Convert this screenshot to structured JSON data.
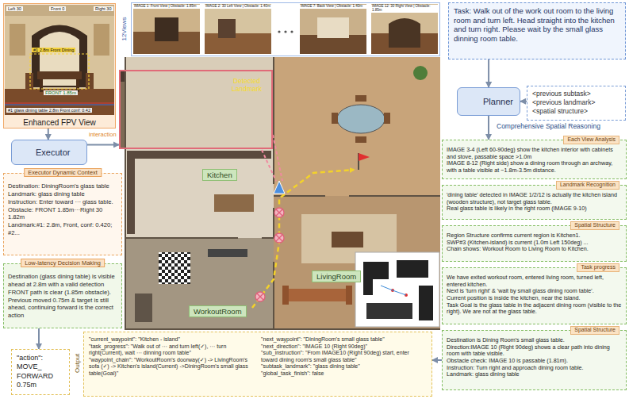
{
  "diagram": {
    "nodes": [
      {
        "text": [
          "Enhanced FPV View"
        ]
      },
      {
        "text": [
          "12Views"
        ]
      },
      {
        "text": [
          "Task: Walk out of the work out room to the living room and turn left. Head straight into the kitchen and turn right. Please wait by the small glass dinning room table."
        ]
      },
      {
        "text": [
          "Planner"
        ]
      },
      {
        "text": [
          "<previous subtask>",
          "<previous landmark>",
          "<spatial structure>"
        ]
      },
      {
        "text": [
          "Executor"
        ]
      },
      {
        "text": [
          "Detected Landmark"
        ]
      },
      {
        "text": [
          "Executor Dynamic Context",
          "Destination: DiningRoom's glass table",
          "Landmark: glass dining table",
          "Instruction: Enter toward ⋯ glass table.",
          "Obstacle: FRONT 1.85m⋯Right 30 1.82m",
          "Landmark:#1: 2.8m, Front, conf: 0.420; #2..."
        ]
      },
      {
        "text": [
          "Low-latency Decision Making",
          "Destination (glass dining table) is visible ahead at 2.8m with a valid detection FRONT path is clear (1.85m obstacle). Previous moved 0.75m & target is still ahead, continuing forward is the correct action"
        ]
      },
      {
        "text": [
          "\"action\": MOVE_ FORWARD 0.75m"
        ]
      },
      {
        "text": [
          "Output",
          "\"current_waypoint\": \"Kitchen - island\"",
          "\"task_progress\": \"Walk out of ⋯ and turn left(✓), ⋯ turn right(Current), wait ⋯ dinning room table\"",
          "\"waypoint_chain\": \"WorkoutRoom's doorway(✓) -> LivingRoom's sofa (✓) -> Kitchen's island(Current) ->DiningRoom's small glass table(Goal)\"",
          "\"next_waypoint\": \"DiningRoom's small glass table\"",
          "\"next_direction\": \"IMAGE 10 (Right 90deg)\"",
          "\"sub_instruction\": \"From IMAGE10 (Right 90deg) start, enter toward dining room's small glass table\"",
          "\"subtask_landmark\": \"glass dining table\"",
          "\"global_task_finish\": false"
        ]
      },
      {
        "text": [
          "Each View Analysis",
          "IMAGE 3-4 (Left 60-90deg) show the kitchen interior with cabinets and stove, passable space >1.0m",
          "IMAGE 8-12 (Right side) show a dining room through an archway, with a table visible at ~1.8m-3.5m distance."
        ]
      },
      {
        "text": [
          "Landmark Recognition",
          "'dining table' detected in IMAGE 1/2/12 is actually the kitchen island (wooden structure), not target glass table.",
          "Real glass table is likely in the right room (IMAGE 9-10)"
        ]
      },
      {
        "text": [
          "Spatial Structure",
          "Region Structure confirms current region is Kitchen1.",
          "SWP#3 (Kitchen-island) is current (1.0m Left 150deg) ...",
          "Chain shows: Workout Room to Living Room to Kitchen."
        ]
      },
      {
        "text": [
          "Task progress",
          "We have exited workout room, entered living room, turned left, entered kitchen.",
          "Next is 'turn right' & 'wait by small glass dining room table'.",
          "Current position is inside the kitchen, near the island.",
          "Task Goal is the glass table in the adjacent dining room (visible to the right). We are not at the glass table."
        ]
      },
      {
        "text": [
          "Spatial Structure",
          "Destination is Dining Room's small glass table.",
          "Direction:IMAGE 10 (Right 90deg) shows a clear path into dining room with table visible.",
          "Obstacle check: IMAGE 10 is passable (1.81m).",
          "Instruction: Turn right and approach dining room table.",
          "Landmark: glass dining table"
        ]
      },
      {
        "text": [
          "Kitchen"
        ]
      },
      {
        "text": [
          "LivingRoom"
        ]
      },
      {
        "text": [
          "WorkoutRoom"
        ]
      }
    ],
    "edges": [
      {
        "from": 0,
        "to": 5,
        "arrow": "to"
      },
      {
        "from": 5,
        "to": 6,
        "arrow": "to",
        "label": "interaction"
      },
      {
        "from": 2,
        "to": 3,
        "arrow": "to"
      },
      {
        "from": 4,
        "to": 3,
        "arrow": "to"
      },
      {
        "from": 3,
        "to": 11,
        "arrow": "to"
      },
      {
        "from": 8,
        "to": 9,
        "arrow": "to"
      },
      {
        "from": 15,
        "to": 10,
        "arrow": "to"
      }
    ],
    "labels": [
      "Left 30",
      "Front 0",
      "Right 30",
      "#1 2.8m Front Dining",
      "FRONT 1.85m",
      "#1 glass dining table 2.8m Front conf: 0.42",
      "IMAGE 1: Front View | Obstacle: 1.85m",
      "IMAGE 2: 30 Left View | Obstacle: 1.40m",
      "IMAGE 7: Back View | Obstacle: 1.40m",
      "IMAGE 12: 30 Right View | Obstacle: 1.85m",
      "Comprehensive Spatial Reasoning"
    ]
  }
}
